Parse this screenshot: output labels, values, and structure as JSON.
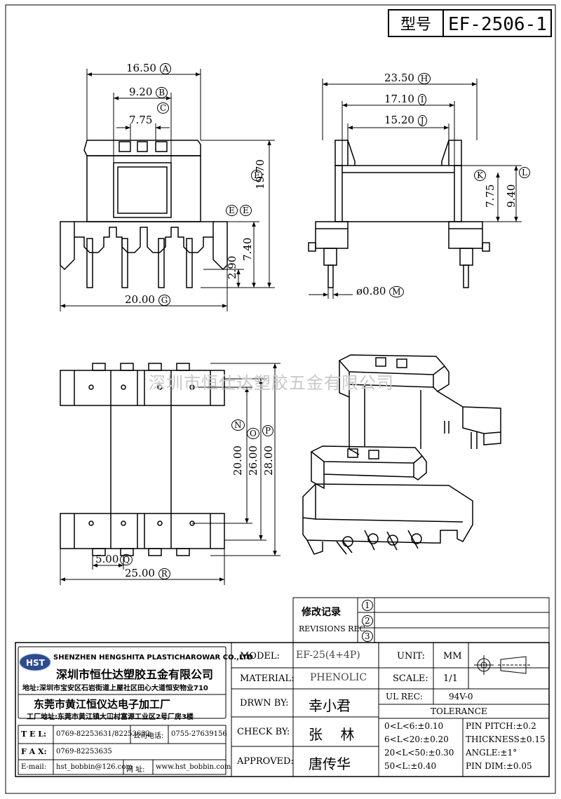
{
  "header": {
    "model_label": "型号",
    "model_value": "EF-2506-1"
  },
  "dimensions": {
    "a": "16.50",
    "a_tag": "A",
    "b": "9.20",
    "b_tag": "B",
    "c": "7.75",
    "c_tag": "C",
    "f": "19.70",
    "f_tag": "F",
    "e": "7.40",
    "e_tag": "E",
    "e_dup_tag": "E",
    "e2": "2.90",
    "g": "20.00",
    "g_tag": "G",
    "h": "23.50",
    "h_tag": "H",
    "i": "17.10",
    "i_tag": "I",
    "j": "15.20",
    "j_tag": "J",
    "k": "7.75",
    "k_tag": "K",
    "l": "9.40",
    "l_tag": "L",
    "m": "ø0.80",
    "m_tag": "M",
    "n": "20.00",
    "n_tag": "N",
    "o": "26.00",
    "o_tag": "O",
    "p": "28.00",
    "p_tag": "P",
    "q": "5.00",
    "q_tag": "Q",
    "r": "25.00",
    "r_tag": "R"
  },
  "watermark": "深圳市恒仕达塑胶五金有限公司",
  "revisions": {
    "label_cn": "修改记录",
    "label_en": "REVISIONS REC.",
    "rows": [
      "1",
      "2",
      "3"
    ]
  },
  "company": {
    "logo_text": "HST",
    "name_en": "SHENZHEN HENGSHITA PLASTICHAROWAR CO.,LTD",
    "name_cn": "深圳市恒仕达塑胶五金有限公司",
    "address": "地址:深圳市宝安区石岩街道上屋社区田心大道恒安物业710",
    "factory_name": "东莞市黄江恒仪达电子加工厂",
    "factory_address": "工厂地址:东莞市黄江镇大冚村富源工业区2号厂房3楼"
  },
  "contacts": {
    "tel_label": "T E L:",
    "tel_value": "0769-82253631/82253632",
    "company_tel_label": "公司电话:",
    "company_tel_value": "0755-27639156",
    "fax_label": "F A X:",
    "fax_value": "0769-82253635",
    "email_label": "E-mail:",
    "email_value": "hst_bobbin@126.com",
    "web_label": "网 址:",
    "web_value": "www.hst_bobbin.com"
  },
  "spec": {
    "model_label": "MODEL:",
    "model_value": "EF-25(4+4P)",
    "material_label": "MATERIAL:",
    "material_value": "PHENOLIC",
    "drawn_label": "DRWN BY:",
    "drawn_value": "幸小君",
    "check_label": "CHECK BY:",
    "check_value": "张    林",
    "approved_label": "APPROVED:",
    "approved_value": "唐传华",
    "unit_label": "UNIT:",
    "unit_value": "MM",
    "scale_label": "SCALE:",
    "scale_value": "1/1",
    "ul_label": "UL REC:",
    "ul_value": "94V-0",
    "tolerance_label": "TOLERANCE",
    "tol": [
      "0<L<6:±0.10",
      "6<L<20:±0.20",
      "20<L<50:±0.30",
      "50<L:±0.40"
    ],
    "tol2": [
      "PIN PITCH:±0.2",
      "THICKNESS±0.15",
      "ANGLE:±1°",
      "PIN DIM:±0.05"
    ]
  }
}
